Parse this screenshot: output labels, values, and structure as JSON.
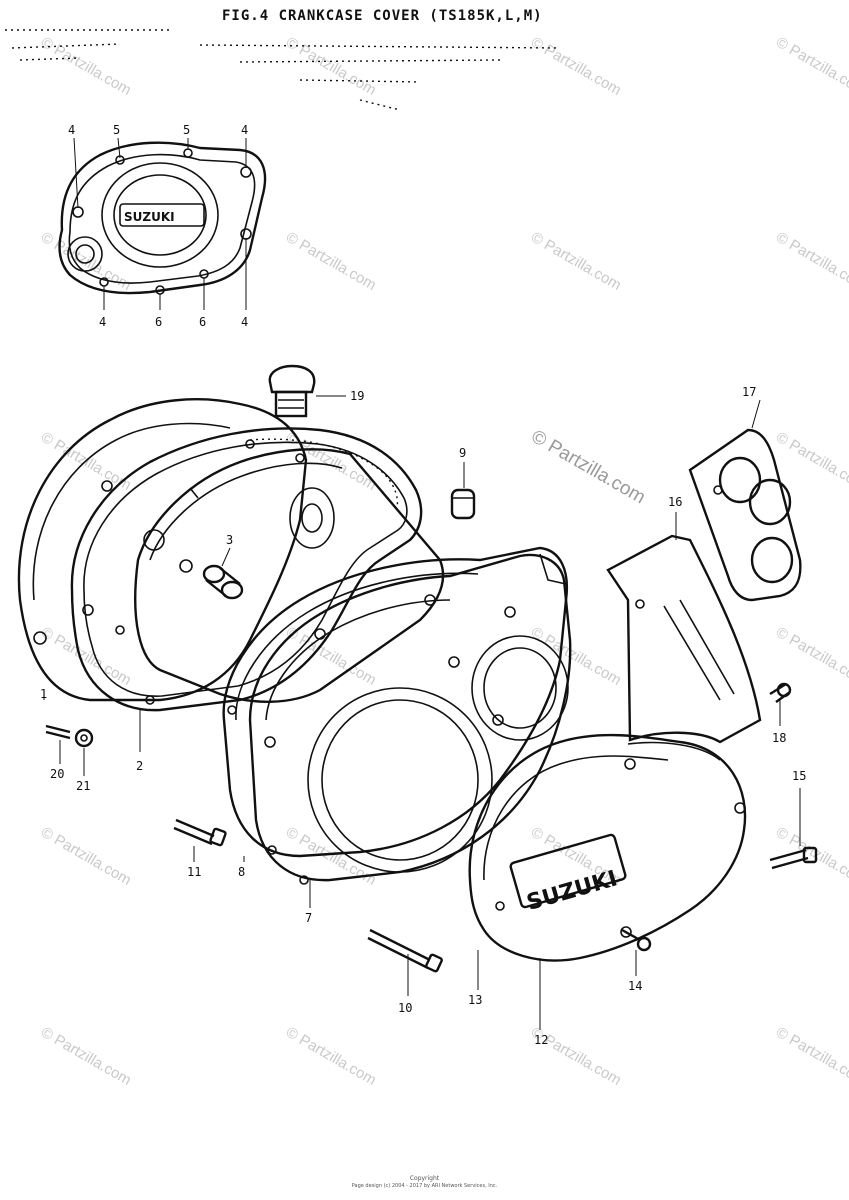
{
  "title": "FIG.4  CRANKCASE COVER (TS185K,L,M)",
  "cover_logo": "SUZUKI",
  "watermark": "© Partzilla.com",
  "footer": {
    "line1": "Copyright",
    "line2": "Page design (c) 2004 - 2017 by ARI Network Services, Inc."
  },
  "callouts": {
    "inset_top": [
      "4",
      "5",
      "5",
      "4"
    ],
    "inset_bottom": [
      "4",
      "6",
      "6",
      "4"
    ],
    "c1": "1",
    "c2": "2",
    "c3": "3",
    "c7": "7",
    "c8": "8",
    "c9": "9",
    "c10": "10",
    "c11": "11",
    "c12": "12",
    "c13": "13",
    "c14": "14",
    "c15": "15",
    "c16": "16",
    "c17": "17",
    "c18": "18",
    "c19": "19",
    "c20": "20",
    "c21": "21"
  }
}
